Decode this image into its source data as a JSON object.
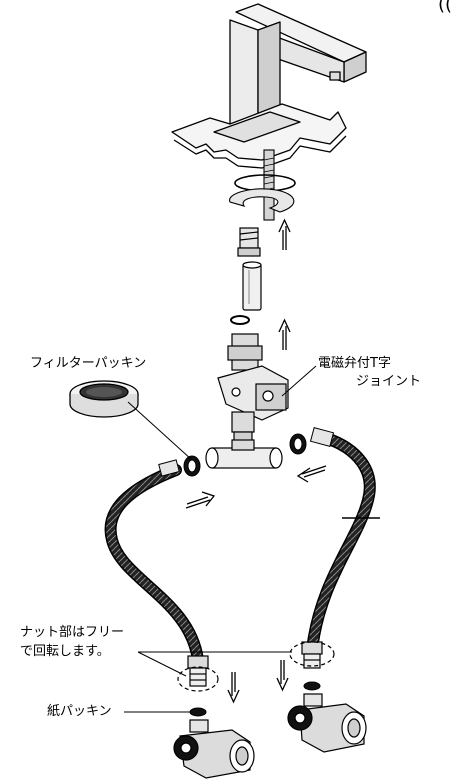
{
  "labels": {
    "filter_packing": "フィルターパッキン",
    "solenoid_valve_line1": "電磁弁付T字",
    "solenoid_valve_line2": "ジョイント",
    "nut_note_line1": "ナット部はフリー",
    "nut_note_line2": "で回転します。",
    "paper_packing": "紙パッキン",
    "corner_mark": "(("
  },
  "icons": {
    "arrow_up": "arrow-up-icon",
    "arrow_down": "arrow-down-icon",
    "arrow_right": "arrow-right-icon",
    "arrow_left": "arrow-left-icon"
  },
  "colors": {
    "line": "#000000",
    "hose": "#1a1a1a",
    "fill": "#ffffff",
    "shade": "#bdbdbd"
  }
}
